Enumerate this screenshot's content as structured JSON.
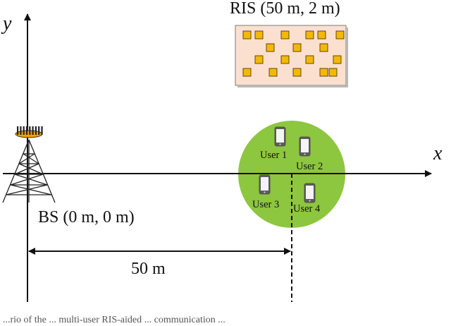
{
  "axes": {
    "x_label": "x",
    "y_label": "y"
  },
  "ris": {
    "label": "RIS (50 m, 2 m)",
    "element_count": 18,
    "element_color": "#f5b800",
    "panel_color": "#fbe0cf"
  },
  "bs": {
    "label": "BS (0 m, 0 m)"
  },
  "users_area": {
    "color": "#8dc63f",
    "users": [
      {
        "label": "User 1"
      },
      {
        "label": "User 2"
      },
      {
        "label": "User 3"
      },
      {
        "label": "User 4"
      }
    ]
  },
  "distance": {
    "label": "50 m"
  },
  "caption_fragment": "...rio of the ... multi-user RIS-aided ... communication ..."
}
